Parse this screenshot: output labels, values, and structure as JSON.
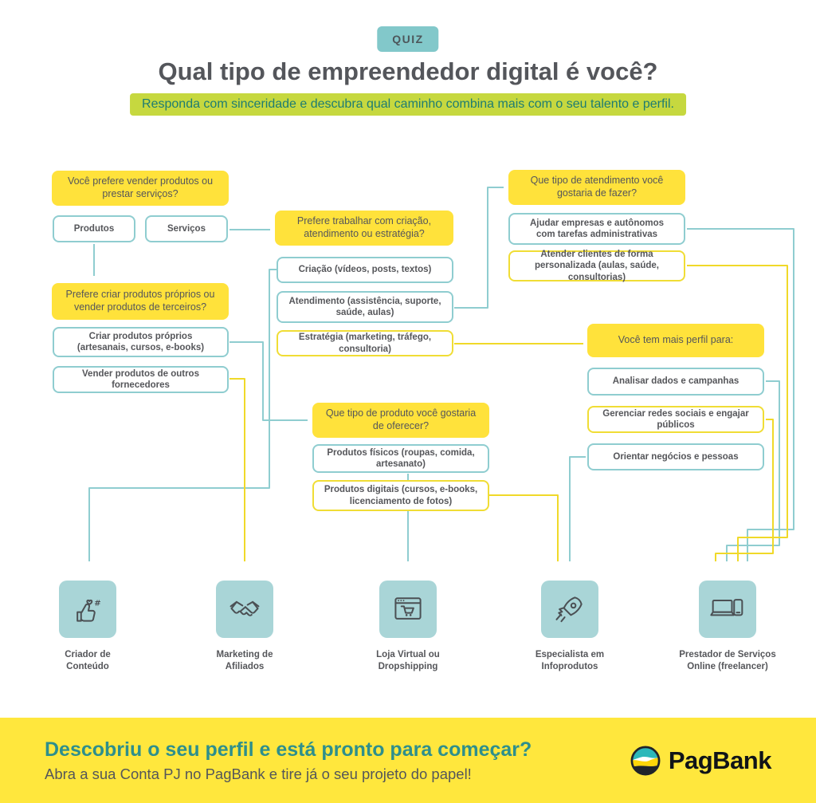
{
  "header": {
    "badge": "QUIZ",
    "title": "Qual tipo de empreendedor digital é você?",
    "subtitle": "Responda com sinceridade e descubra qual caminho combina mais com o seu talento e perfil."
  },
  "flow": {
    "q1": "Você prefere vender produtos ou prestar serviços?",
    "q2": "Prefere criar produtos próprios ou vender produtos de terceiros?",
    "q3": "Prefere trabalhar com criação, atendimento ou estratégia?",
    "q4": "Que tipo de atendimento você gostaria de fazer?",
    "q5": "Que tipo de produto você gostaria de oferecer?",
    "q6": "Você tem mais perfil para:",
    "a1": "Produtos",
    "a2": "Serviços",
    "a3": "Criar produtos próprios (artesanais, cursos, e-books)",
    "a4": "Vender produtos de outros fornecedores",
    "a5": "Criação (vídeos, posts, textos)",
    "a6": "Atendimento (assistência, suporte, saúde, aulas)",
    "a7": "Estratégia (marketing, tráfego, consultoria)",
    "a8": "Ajudar empresas e autônomos com tarefas administrativas",
    "a9": "Atender clientes de forma personalizada (aulas, saúde, consultorias)",
    "a10": "Analisar dados e campanhas",
    "a11": "Gerenciar redes sociais e engajar públicos",
    "a12": "Orientar negócios e pessoas",
    "a13": "Produtos físicos (roupas, comida, artesanato)",
    "a14": "Produtos digitais (cursos, e-books, licenciamento de fotos)"
  },
  "results": [
    {
      "label": "Criador de Conteúdo",
      "icon": "social-engagement-icon"
    },
    {
      "label": "Marketing de Afiliados",
      "icon": "handshake-icon"
    },
    {
      "label": "Loja Virtual ou Dropshipping",
      "icon": "online-store-icon"
    },
    {
      "label": "Especialista em Infoprodutos",
      "icon": "rocket-icon"
    },
    {
      "label": "Prestador de Serviços Online (freelancer)",
      "icon": "devices-icon"
    }
  ],
  "footer": {
    "headline": "Descobriu o seu perfil e está pronto para começar?",
    "subtext": "Abra a sua Conta PJ no PagBank e tire já o seu projeto do papel!",
    "brand": "PagBank"
  },
  "colors": {
    "question_yellow": "#ffe23b",
    "teal_border": "#8fcdd0",
    "yellow_border": "#f0dd35",
    "lime_highlight": "#c6d83f",
    "icon_tile_teal": "#a9d5d7",
    "footer_yellow": "#ffe73d",
    "text_gray": "#55565a",
    "teal_text": "#1e7c72"
  }
}
